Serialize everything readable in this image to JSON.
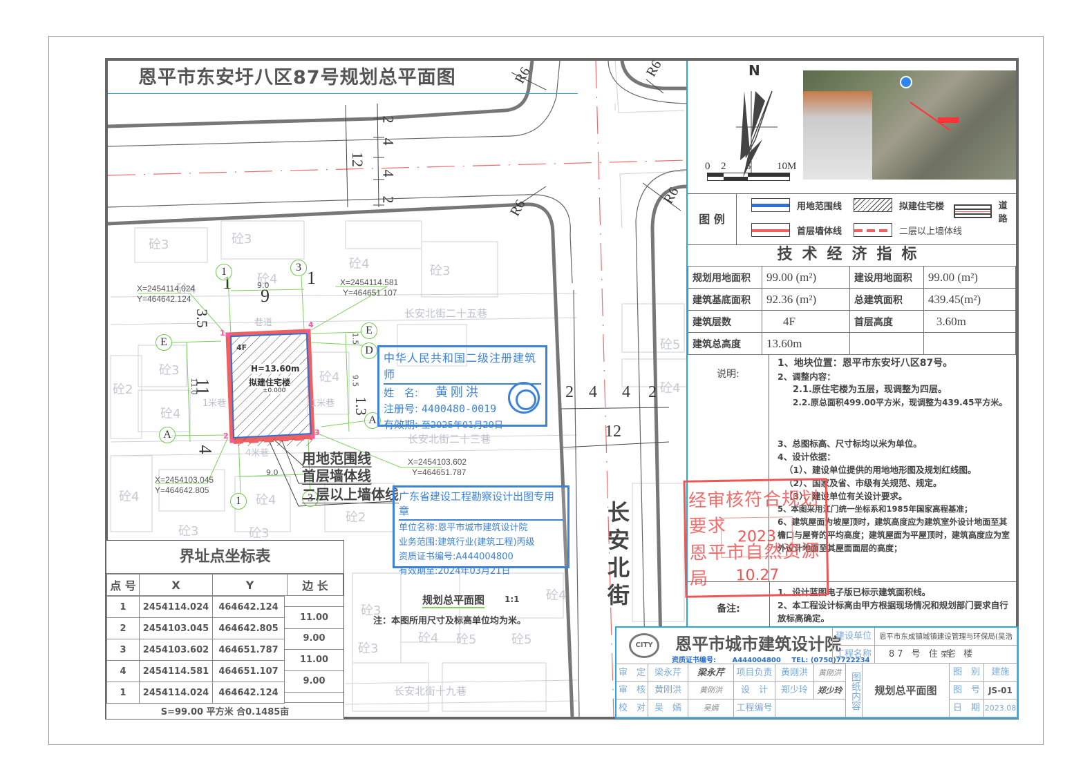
{
  "drawing": {
    "title": "恩平市东安圩八区87号规划总平面图",
    "scale_title": "规划总平面图",
    "scale_ratio": "1:1",
    "note": "注：本图所用尺寸及标高单位均为米。"
  },
  "site": {
    "street_name": "长安北街",
    "lanes": [
      "长安北街二十五巷",
      "长安北街二十三巷",
      "长安北街十九巷"
    ],
    "alley_labels": {
      "top": "巷道",
      "left": "1米巷",
      "right": "1米巷",
      "bottom": "4米巷"
    },
    "building": {
      "floors": "4F",
      "height": "H=13.60m",
      "label": "拟建住宅楼",
      "elevation": "±0.000"
    },
    "road_radii": [
      "R6",
      "R6",
      "R6",
      "R6"
    ],
    "road_dims_top": {
      "total": "12",
      "parts": [
        "2",
        "4",
        "4",
        "2"
      ]
    },
    "road_dims_right": {
      "total": "12",
      "parts": [
        "2",
        "4",
        "4",
        "2"
      ]
    },
    "building_dims": {
      "width": "9",
      "width_small": "9.0",
      "left_setback": "1",
      "right_setback": "1",
      "top_setback": "3.5",
      "depth": "11",
      "depth_small": "11.0",
      "bottom_setback": "4",
      "right_depth_small": "9.5",
      "right_top_small": "1.5",
      "right_setback_v": "1.3",
      "bottom_width_small": "9.0"
    },
    "axis_labels": [
      "1",
      "3",
      "E",
      "E",
      "D",
      "A",
      "A",
      "1",
      "3"
    ],
    "corner_points": [
      "1",
      "2",
      "3",
      "4"
    ],
    "corner_coords": [
      {
        "point": "1",
        "x": "X=2454114.024",
        "y": "Y=464642.124"
      },
      {
        "point": "4",
        "x": "X=2454114.581",
        "y": "Y=464651.107"
      },
      {
        "point": "3",
        "x": "X=2454103.602",
        "y": "Y=464651.787"
      },
      {
        "point": "2",
        "x": "X=2454103.045",
        "y": "Y=464642.805"
      }
    ],
    "callouts": [
      "用地范围线",
      "首层墙体线",
      "二层以上墙体线"
    ],
    "ghost_blocks": [
      "砼3",
      "砼3",
      "砼4",
      "砼3",
      "砼4",
      "砼4",
      "砼3",
      "砼2",
      "砼4",
      "砼4",
      "砼4",
      "砼3",
      "砼3",
      "砼4",
      "砼2",
      "砼3",
      "砼4",
      "砼5",
      "砼5",
      "砼4",
      "砼3",
      "砼5",
      "砼4"
    ]
  },
  "stamps": {
    "architect": {
      "title": "中华人民共和国二级注册建筑师",
      "name_label": "姓　名:",
      "name": "黄刚洪",
      "reg_label": "注册号:",
      "reg_no": "4400480-0019",
      "valid_label": "有效期:",
      "valid": "至2025年01月29日"
    },
    "design": {
      "title": "广东省建设工程勘察设计出图专用章",
      "unit": "单位名称:恩平市城市建筑设计院",
      "scope": "业务范围:建筑行业(建筑工程)丙级",
      "cert": "资质证书编号:A444004800",
      "valid": "有效期至:2024年03月21日"
    },
    "approval": {
      "top": "经审核符合规划要求",
      "date": "2023 10.27",
      "bottom": "恩平市自然资源局"
    }
  },
  "compass": {
    "north": "N",
    "scale_ticks": [
      "0",
      "2",
      "5",
      "10M"
    ]
  },
  "legend": {
    "header": "图 例",
    "items": [
      {
        "label": "用地范围线",
        "swatch": "blue-line",
        "color": "#2f6fd6"
      },
      {
        "label": "拟建住宅楼",
        "swatch": "hatch"
      },
      {
        "label": "道路",
        "swatch": "road"
      },
      {
        "label": "首层墙体线",
        "swatch": "red-line",
        "color": "#f06060"
      },
      {
        "label": "二层以上墙体线",
        "swatch": "red-dash",
        "color": "#f06060"
      }
    ]
  },
  "tech": {
    "title": "技术经济指标",
    "rows": [
      [
        {
          "k": "规划用地面积",
          "v": "99.00 (m²)"
        },
        {
          "k": "建设用地面积",
          "v": "99.00 (m²)"
        }
      ],
      [
        {
          "k": "建筑基底面积",
          "v": "92.36 (m²)"
        },
        {
          "k": "总建筑面积",
          "v": "439.45(m²)"
        }
      ],
      [
        {
          "k": "建筑层数",
          "v": "4F"
        },
        {
          "k": "首层高度",
          "v": "3.60m"
        }
      ],
      [
        {
          "k": "建筑总高度",
          "v": "13.60m"
        },
        {
          "k": "",
          "v": ""
        }
      ]
    ]
  },
  "notes": {
    "label": "说明:",
    "lines": [
      "1、地块位置：恩平市东安圩八区87号。",
      "2、调整内容：",
      "2.1.原住宅楼为五层，现调整为四层。",
      "2.2.原总面积499.00平方米，现调整为439.45平方米。",
      "3、总图标高、尺寸标均以米为单位。",
      "4、设计依据：",
      "（1）、建设单位提供的用地地形图及规划红线图。",
      "（2）、国家及省、市级有关规范、规定。",
      "（3）、建设单位有关设计要求。",
      "5、本图采用江门统一坐标系和1985年国家高程基准；",
      "6、建筑屋面为坡屋顶时，建筑高度应为建筑室外设计地面至其檐口与屋脊的平均高度；建筑屋面为平屋顶时，建筑高度应为室外设计地面至其屋面面层的高度；"
    ]
  },
  "remarks": {
    "label": "备注:",
    "lines": [
      "1、设计蓝图电子版已标示建筑面积线。",
      "2、本工程设计标高由甲方根据现场情况和规划部门要求自行放标高确定。"
    ]
  },
  "boundary_table": {
    "title": "界址点坐标表",
    "headers": [
      "点 号",
      "X",
      "Y",
      "边 长"
    ],
    "rows": [
      {
        "pt": "1",
        "x": "2454114.024",
        "y": "464642.124"
      },
      {
        "pt": "2",
        "x": "2454103.045",
        "y": "464642.805"
      },
      {
        "pt": "3",
        "x": "2454103.602",
        "y": "464651.787"
      },
      {
        "pt": "4",
        "x": "2454114.581",
        "y": "464651.107"
      },
      {
        "pt": "1",
        "x": "2454114.024",
        "y": "464642.124"
      }
    ],
    "edges": [
      "11.00",
      "9.00",
      "11.00",
      "9.00"
    ],
    "footer": "S=99.00 平方米 合0.1485亩"
  },
  "title_block": {
    "logo": "CITY",
    "institute": "恩平市城市建筑设计院",
    "cert_label": "资质证书编号:",
    "cert_no": "A444004800",
    "tel": "TEL: (0750)7722234",
    "client_label": "建设单位",
    "client": "恩平市东成镇城镇建设管理与环保局(吴浩荣)",
    "project_label": "工程名称",
    "project": "87 号 住 宅 楼",
    "roles": [
      {
        "role": "审　定",
        "name": "梁永芹",
        "sig": "梁永芹"
      },
      {
        "role": "审　核",
        "name": "黄刚洪",
        "sig": "黄刚洪"
      },
      {
        "role": "校　对",
        "name": "吴　嫣",
        "sig": "吴嫣"
      }
    ],
    "roles2": [
      {
        "role": "项目负责",
        "name": "黄刚洪",
        "sig": "黄刚洪"
      },
      {
        "role": "设　计",
        "name": "郑少玲",
        "sig": "郑少玲"
      },
      {
        "role": "工程编号",
        "name": "",
        "sig": ""
      }
    ],
    "content_label": "图纸内容",
    "content": "规划总平面图",
    "category_label": "图　别",
    "category": "建施",
    "number_label": "图　号",
    "number": "JS-01",
    "date_label": "日　期",
    "date": "2023.08"
  }
}
